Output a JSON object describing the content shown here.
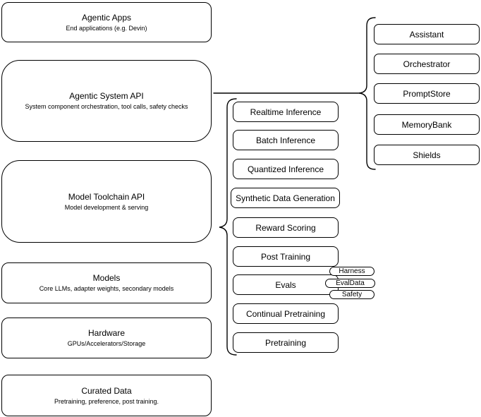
{
  "diagram": {
    "title_implicit": "Agentic system stack diagram",
    "colors": {
      "stroke": "#000000",
      "background": "#ffffff",
      "text": "#000000"
    },
    "left_column": [
      {
        "title": "Agentic Apps",
        "subtitle": "End applications (e.g. Devin)"
      },
      {
        "title": "Agentic System API",
        "subtitle": "System component orchestration, tool calls, safety checks"
      },
      {
        "title": "Model Toolchain API",
        "subtitle": "Model development & serving"
      },
      {
        "title": "Models",
        "subtitle": "Core LLMs, adapter weights, secondary models"
      },
      {
        "title": "Hardware",
        "subtitle": "GPUs/Accelerators/Storage"
      },
      {
        "title": "Curated Data",
        "subtitle": "Pretraining, preference, post training."
      }
    ],
    "toolchain_services": [
      "Realtime Inference",
      "Batch Inference",
      "Quantized Inference",
      "Synthetic Data Generation",
      "Reward Scoring",
      "Post Training",
      "Evals",
      "Continual Pretraining",
      "Pretraining"
    ],
    "eval_badges": [
      "Harness",
      "EvalData",
      "Safety"
    ],
    "agent_components": [
      "Assistant",
      "Orchestrator",
      "PromptStore",
      "MemoryBank",
      "Shields"
    ]
  }
}
